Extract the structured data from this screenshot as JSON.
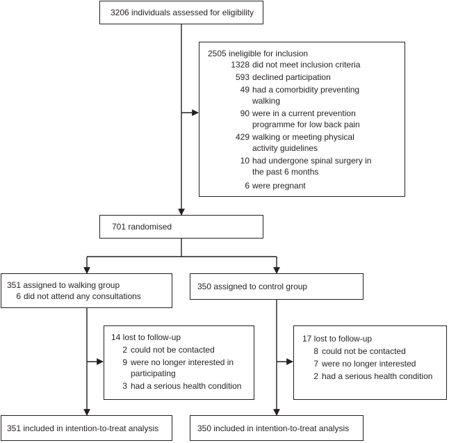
{
  "assessed": "3206 individuals assessed for eligibility",
  "ineligible": {
    "header": "2505 ineligible for inclusion",
    "reasons": [
      {
        "n": "1328",
        "lines": [
          "did not meet inclusion criteria"
        ]
      },
      {
        "n": "593",
        "lines": [
          "declined participation"
        ]
      },
      {
        "n": "49",
        "lines": [
          "had a comorbidity preventing",
          "walking"
        ]
      },
      {
        "n": "90",
        "lines": [
          "were in a current prevention",
          "programme for low back pain"
        ]
      },
      {
        "n": "429",
        "lines": [
          "walking or meeting physical",
          "activity guidelines"
        ]
      },
      {
        "n": "10",
        "lines": [
          "had undergone spinal surgery in",
          "the past 6 months"
        ]
      },
      {
        "n": "6",
        "lines": [
          "were pregnant"
        ]
      }
    ]
  },
  "randomised": "701 randomised",
  "walking": {
    "assigned": "351 assigned to walking group",
    "note_n": "6",
    "note": "did not attend any consultations"
  },
  "control": {
    "assigned": "350 assigned to control group"
  },
  "walking_lost": {
    "header": "14 lost to follow-up",
    "reasons": [
      {
        "n": "2",
        "lines": [
          "could not be contacted"
        ]
      },
      {
        "n": "9",
        "lines": [
          "were no longer interested in",
          "participating"
        ]
      },
      {
        "n": "3",
        "lines": [
          "had a serious health condition"
        ]
      }
    ]
  },
  "control_lost": {
    "header": "17 lost to follow-up",
    "reasons": [
      {
        "n": "8",
        "lines": [
          "could not be contacted"
        ]
      },
      {
        "n": "7",
        "lines": [
          "were no longer interested"
        ]
      },
      {
        "n": "2",
        "lines": [
          "had a serious health condition"
        ]
      }
    ]
  },
  "walking_itt": "351 included in intention-to-treat analysis",
  "control_itt": "350 included in intention-to-treat analysis"
}
